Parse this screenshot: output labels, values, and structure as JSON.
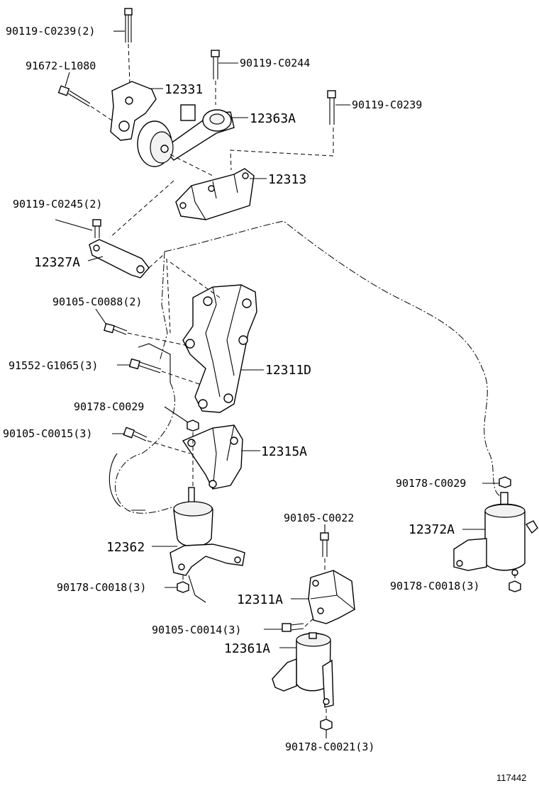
{
  "labels": {
    "p90119_c0239_2": "90119-C0239(2)",
    "p91672_l1080": "91672-L1080",
    "p12331": "12331",
    "p90119_c0244": "90119-C0244",
    "p12363a": "12363A",
    "p90119_c0239": "90119-C0239",
    "p12313": "12313",
    "p90119_c0245_2": "90119-C0245(2)",
    "p12327a": "12327A",
    "p90105_c0088_2": "90105-C0088(2)",
    "p91552_g1065_3": "91552-G1065(3)",
    "p12311d": "12311D",
    "p90178_c0029_a": "90178-C0029",
    "p90105_c0015_3": "90105-C0015(3)",
    "p12315a": "12315A",
    "p90178_c0029_b": "90178-C0029",
    "p90105_c0022": "90105-C0022",
    "p12372a": "12372A",
    "p12362": "12362",
    "p90178_c0018_3_a": "90178-C0018(3)",
    "p90178_c0018_3_b": "90178-C0018(3)",
    "p12311a": "12311A",
    "p90105_c0014_3": "90105-C0014(3)",
    "p12361a": "12361A",
    "p90178_c0021_3": "90178-C0021(3)"
  },
  "figure_number": "117442"
}
